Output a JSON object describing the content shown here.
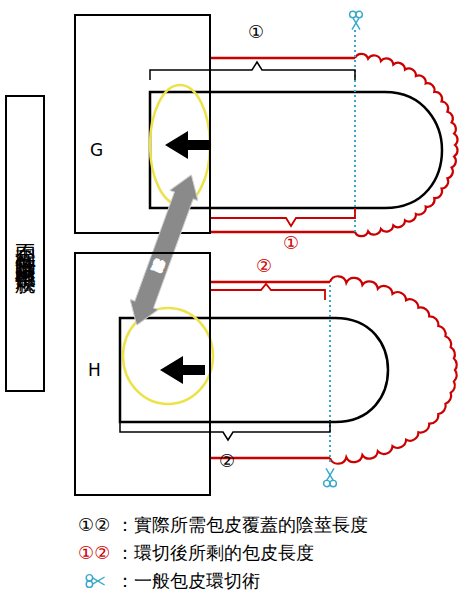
{
  "diagram": {
    "nodes": [
      {
        "text": [
          "不同程度的陰莖根部鬆脫"
        ]
      },
      {
        "text": [
          "G"
        ]
      },
      {
        "text": [
          "內縮於體內的外陰莖"
        ]
      },
      {
        "text": [
          "H"
        ]
      }
    ],
    "labels": [
      "①",
      "①",
      "②",
      "②",
      "①②",
      "①②"
    ],
    "legend": [
      {
        "text": "：實際所需包皮覆蓋的陰莖長度"
      },
      {
        "text": "：環切後所剩的包皮長度"
      },
      {
        "text": "：一般包皮環切術"
      }
    ]
  }
}
